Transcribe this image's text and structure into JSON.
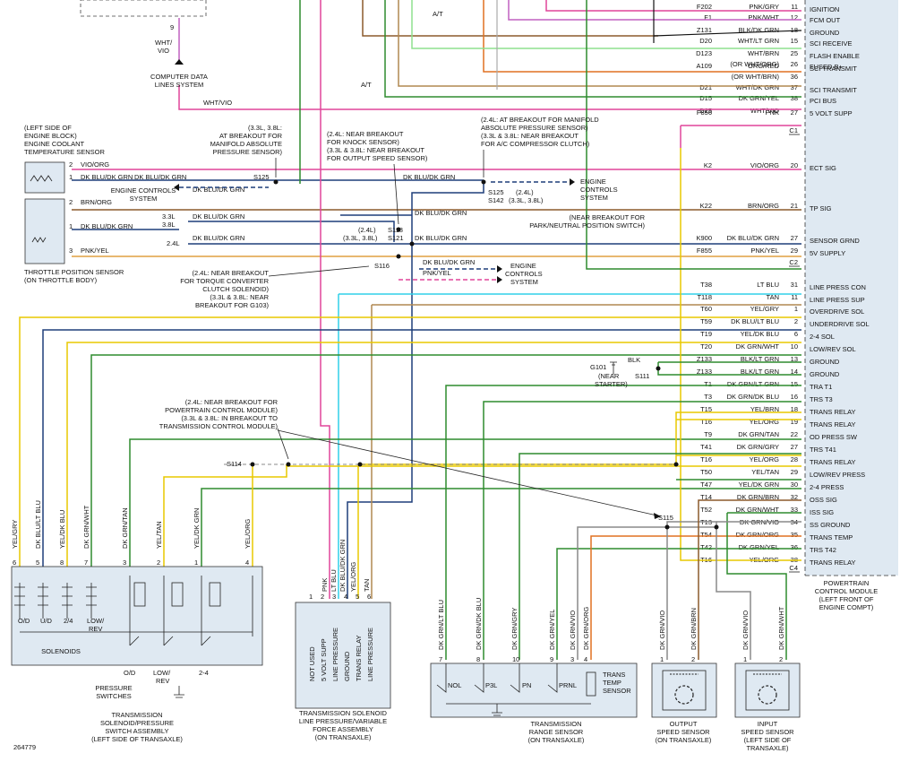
{
  "diagram_id": "264779",
  "pcm": {
    "label_lines": [
      "POWERTRAIN",
      "CONTROL MODULE",
      "(LEFT FRONT OF",
      "ENGINE COMPT)"
    ],
    "connectors": [
      "C1",
      "C2",
      "C4"
    ]
  },
  "pcm_pins": [
    {
      "circuit": "F202",
      "color": "PNK/GRY",
      "pin": "11",
      "name": "IGNITION"
    },
    {
      "circuit": "F1",
      "color": "PNK/WHT",
      "pin": "12",
      "name": "FCM OUT"
    },
    {
      "circuit": "Z131",
      "color": "BLK/DK GRN",
      "pin": "18",
      "name": "GROUND"
    },
    {
      "circuit": "D20",
      "color": "WHT/LT GRN",
      "pin": "15",
      "name": "SCI RECEIVE"
    },
    {
      "circuit": "D123",
      "color": "WHT/BRN",
      "pin": "25",
      "name": "FLASH ENABLE"
    },
    {
      "circuit": "",
      "color": "(OR WHT/ORG)",
      "pin": "26",
      "name": "FUSED B+"
    },
    {
      "circuit": "A109",
      "color": "ORG/RED",
      "pin": "",
      "name": "SCI TRANSMIT"
    },
    {
      "circuit": "",
      "color": "(OR WHT/BRN)",
      "pin": "36",
      "name": ""
    },
    {
      "circuit": "D21",
      "color": "WHT/DK GRN",
      "pin": "37",
      "name": "SCI TRANSMIT"
    },
    {
      "circuit": "D15",
      "color": "DK GRN/YEL",
      "pin": "38",
      "name": "PCI BUS"
    },
    {
      "circuit": "D25",
      "color": "WHT/VIO",
      "pin": "",
      "name": "5 VOLT SUPP"
    },
    {
      "circuit": "F856",
      "color": "PNK",
      "pin": "27",
      "name": ""
    },
    {
      "circuit": "K2",
      "color": "VIO/ORG",
      "pin": "20",
      "name": "ECT SIG"
    },
    {
      "circuit": "K22",
      "color": "BRN/ORG",
      "pin": "21",
      "name": "TP SIG"
    },
    {
      "circuit": "K900",
      "color": "DK BLU/DK GRN",
      "pin": "27",
      "name": "SENSOR GRND"
    },
    {
      "circuit": "F855",
      "color": "PNK/YEL",
      "pin": "29",
      "name": "5V SUPPLY"
    },
    {
      "circuit": "T38",
      "color": "LT BLU",
      "pin": "31",
      "name": "LINE PRESS CON"
    },
    {
      "circuit": "T118",
      "color": "TAN",
      "pin": "11",
      "name": "LINE PRESS SUP"
    },
    {
      "circuit": "T60",
      "color": "YEL/GRY",
      "pin": "1",
      "name": "OVERDRIVE SOL"
    },
    {
      "circuit": "T59",
      "color": "DK BLU/LT BLU",
      "pin": "2",
      "name": "UNDERDRIVE SOL"
    },
    {
      "circuit": "T19",
      "color": "YEL/DK BLU",
      "pin": "6",
      "name": "2-4 SOL"
    },
    {
      "circuit": "T20",
      "color": "DK GRN/WHT",
      "pin": "10",
      "name": "LOW/REV SOL"
    },
    {
      "circuit": "Z133",
      "color": "BLK/LT GRN",
      "pin": "13",
      "name": "GROUND"
    },
    {
      "circuit": "Z133",
      "color": "BLK/LT GRN",
      "pin": "14",
      "name": "GROUND"
    },
    {
      "circuit": "T1",
      "color": "DK GRN/LT GRN",
      "pin": "15",
      "name": "TRA T1"
    },
    {
      "circuit": "T3",
      "color": "DK GRN/DK BLU",
      "pin": "16",
      "name": "TRS T3"
    },
    {
      "circuit": "T15",
      "color": "YEL/BRN",
      "pin": "18",
      "name": "TRANS RELAY"
    },
    {
      "circuit": "T16",
      "color": "YEL/ORG",
      "pin": "19",
      "name": "TRANS RELAY"
    },
    {
      "circuit": "T9",
      "color": "DK GRN/TAN",
      "pin": "22",
      "name": "OD PRESS SW"
    },
    {
      "circuit": "T41",
      "color": "DK GRN/GRY",
      "pin": "27",
      "name": "TRS T41"
    },
    {
      "circuit": "T16",
      "color": "YEL/ORG",
      "pin": "28",
      "name": "TRANS RELAY"
    },
    {
      "circuit": "T50",
      "color": "YEL/TAN",
      "pin": "29",
      "name": "LOW/REV PRESS"
    },
    {
      "circuit": "T47",
      "color": "YEL/DK GRN",
      "pin": "30",
      "name": "2-4 PRESS"
    },
    {
      "circuit": "T14",
      "color": "DK GRN/BRN",
      "pin": "32",
      "name": "OSS SIG"
    },
    {
      "circuit": "T52",
      "color": "DK GRN/WHT",
      "pin": "33",
      "name": "ISS SIG"
    },
    {
      "circuit": "T13",
      "color": "DK GRN/VIO",
      "pin": "34",
      "name": "SS GROUND"
    },
    {
      "circuit": "T54",
      "color": "DK GRN/ORG",
      "pin": "35",
      "name": "TRANS TEMP"
    },
    {
      "circuit": "T42",
      "color": "DK GRN/YEL",
      "pin": "36",
      "name": "TRS T42"
    },
    {
      "circuit": "T16",
      "color": "YEL/ORG",
      "pin": "38",
      "name": "TRANS RELAY"
    }
  ],
  "top_labels": {
    "at1": "A/T",
    "at2": "A/T",
    "wht_vio": "WHT/",
    "wht_vio2": "VIO",
    "pin9": "9",
    "cdl1": "COMPUTER DATA",
    "cdl2": "LINES SYSTEM",
    "whtvio_run": "WHT/VIO",
    "blk": "BLK"
  },
  "ect_sensor": {
    "label_lines": [
      "(LEFT SIDE OF",
      "ENGINE BLOCK)",
      "ENGINE COOLANT",
      "TEMPERATURE SENSOR"
    ],
    "wires": [
      {
        "pin": "2",
        "color": "VIO/ORG"
      },
      {
        "pin": "1",
        "color": "DK BLU/DK GRN"
      }
    ]
  },
  "tp_sensor": {
    "label_lines": [
      "THROTTLE POSITION SENSOR",
      "(ON THROTTLE BODY)"
    ],
    "wires": [
      {
        "pin": "2",
        "color": "BRN/ORG"
      },
      {
        "pin": "1",
        "color": "DK BLU/DK GRN"
      },
      {
        "pin": "3",
        "color": "PNK/YEL"
      }
    ]
  },
  "notes": {
    "s125_note": [
      "(3.3L, 3.8L:",
      "AT BREAKOUT FOR",
      "MANIFOLD ABSOLUTE",
      "PRESSURE SENSOR)"
    ],
    "knock_note": [
      "(2.4L: NEAR BREAKOUT",
      "FOR KNOCK SENSOR)",
      "(3.3L & 3.8L: NEAR BREAKOUT",
      "FOR OUTPUT SPEED SENSOR)"
    ],
    "map_note": [
      "(2.4L: AT BREAKOUT FOR MANIFOLD",
      "ABSOLUTE PRESSURE SENSOR)",
      "(3.3L & 3.8L: NEAR BREAKOUT",
      "FOR A/C COMPRESSOR CLUTCH)"
    ],
    "park_note": [
      "(NEAR BREAKOUT FOR",
      "PARK/NEUTRAL POSITION SWITCH)"
    ],
    "tcc_note": [
      "(2.4L: NEAR BREAKOUT",
      "FOR TORQUE CONVERTER",
      "CLUTCH SOLENOID)",
      "(3.3L & 3.8L: NEAR",
      "BREAKOUT FOR G103)"
    ],
    "pcm_note": [
      "(2.4L: NEAR BREAKOUT FOR",
      "POWERTRAIN CONTROL MODULE)",
      "(3.3L & 3.8L: IN BREAKOUT TO",
      "TRANSMISSION CONTROL MODULE)"
    ],
    "g101_note": [
      "(NEAR",
      "STARTER)"
    ]
  },
  "splices": {
    "s125": "S125",
    "s125b": "S125",
    "s142": "S142",
    "s125_eng": "(2.4L)",
    "s142_eng": "(3.3L, 3.8L)",
    "s118": "S118",
    "s121": "S121",
    "s118_eng": "(2.4L)",
    "s121_eng": "(3.3L, 3.8L)",
    "s116": "S116",
    "s114": "S114",
    "s115": "S115",
    "s111": "S111",
    "g101": "G101"
  },
  "ecs": {
    "a": [
      "ENGINE CONTROLS",
      "SYSTEM"
    ],
    "b": [
      "ENGINE",
      "CONTROLS",
      "SYSTEM"
    ],
    "c": [
      "ENGINE",
      "CONTROLS",
      "SYSTEM"
    ]
  },
  "mid_wires": {
    "ect_dkblu": "DK BLU/DK GRN",
    "ecs_dkblu": "DK BLU/DK GRN",
    "ect_dkblu2": "DK BLU/DK GRN",
    "tp_33": "3.3L",
    "tp_38": "3.8L",
    "tp_24": "2.4L",
    "tp_dkblu1": "DK BLU/DK GRN",
    "tp_dkblu2": "DK BLU/DK GRN",
    "s118_dkblu": "DK BLU/DK GRN",
    "s121_dkblu": "DK BLU/DK GRN",
    "s116_dkblu": "DK BLU/DK GRN",
    "s116_pnkyel": "PNK/YEL"
  },
  "solenoid_assembly": {
    "pins": [
      {
        "pin": "6",
        "color": "YEL/GRY"
      },
      {
        "pin": "5",
        "color": "DK BLU/LT BLU"
      },
      {
        "pin": "8",
        "color": "YEL/DK BLU"
      },
      {
        "pin": "7",
        "color": "DK GRN/WHT"
      },
      {
        "pin": "3",
        "color": "DK GRN/TAN"
      },
      {
        "pin": "2",
        "color": "YEL/TAN"
      },
      {
        "pin": "1",
        "color": "YEL/DK GRN"
      },
      {
        "pin": "4",
        "color": "YEL/ORG"
      }
    ],
    "solenoid_labels": [
      "O/D",
      "U/D",
      "2/4",
      "LOW/",
      "REV"
    ],
    "solenoids_label": "SOLENOIDS",
    "switch_labels": [
      "O/D",
      "LOW/",
      "REV",
      "2-4"
    ],
    "pressure_switches": [
      "PRESSURE",
      "SWITCHES"
    ],
    "title": [
      "TRANSMISSION",
      "SOLENOID/PRESSURE",
      "SWITCH ASSEMBLY",
      "(LEFT SIDE OF TRANSAXLE)"
    ]
  },
  "line_pressure_solenoid": {
    "pins": [
      {
        "pin": "1",
        "color": "PNK"
      },
      {
        "pin": "2",
        "color": "LT BLU"
      },
      {
        "pin": "3",
        "color": "DK BLU/DK GRN"
      },
      {
        "pin": "4",
        "color": "YEL/ORG"
      },
      {
        "pin": "5",
        "color": "TAN"
      }
    ],
    "inner_labels": [
      "NOT USED",
      "5 VOLT SUPP",
      "LINE PRESSURE",
      "GROUND",
      "TRANS RELAY",
      "LINE PRESSURE"
    ],
    "pin_numbers_bottom": [
      "1",
      "2",
      "3",
      "4",
      "5",
      "6"
    ],
    "title": [
      "TRANSMISSION SOLENOID",
      "LINE PRESSURE/VARIABLE",
      "FORCE ASSEMBLY",
      "(ON TRANSAXLE)"
    ]
  },
  "range_sensor": {
    "pins": [
      {
        "pin": "7",
        "color": "DK GRN/LT BLU"
      },
      {
        "pin": "8",
        "color": "DK GRN/DK BLU"
      },
      {
        "pin": "10",
        "color": "DK GRN/GRY"
      },
      {
        "pin": "9",
        "color": "DK GRN/YEL"
      },
      {
        "pin": "3",
        "color": "DK GRN/VIO"
      },
      {
        "pin": "4",
        "color": "DK GRN/ORG"
      }
    ],
    "inner_labels": [
      "NOL",
      "P3L",
      "PN",
      "PRNL",
      "TRANS",
      "TEMP",
      "SENSOR"
    ],
    "title": [
      "TRANSMISSION",
      "RANGE SENSOR",
      "(ON TRANSAXLE)"
    ]
  },
  "output_speed_sensor": {
    "pins": [
      {
        "pin": "1",
        "color": "DK GRN/VIO"
      },
      {
        "pin": "2",
        "color": "DK GRN/BRN"
      }
    ],
    "title": [
      "OUTPUT",
      "SPEED SENSOR",
      "(ON TRANSAXLE)"
    ]
  },
  "input_speed_sensor": {
    "pins": [
      {
        "pin": "1",
        "color": "DK GRN/VIO"
      },
      {
        "pin": "2",
        "color": "DK GRN/WHT"
      }
    ],
    "title": [
      "INPUT",
      "SPEED SENSOR",
      "(LEFT SIDE OF",
      "TRANSAXLE)"
    ]
  },
  "colors": {
    "yel": "#e8c800",
    "dkgrn": "#2e8b2e",
    "dkblu": "#1f3f7a",
    "pnk": "#e0459a",
    "vio": "#c060c0",
    "ltblu": "#30d0e8",
    "tan": "#b08850",
    "brn": "#8b5a2b",
    "org": "#e07020",
    "gry": "#8a8a8a",
    "blk": "#111111",
    "wht": "#cccccc",
    "pcmbox": "#dfe9f2"
  }
}
